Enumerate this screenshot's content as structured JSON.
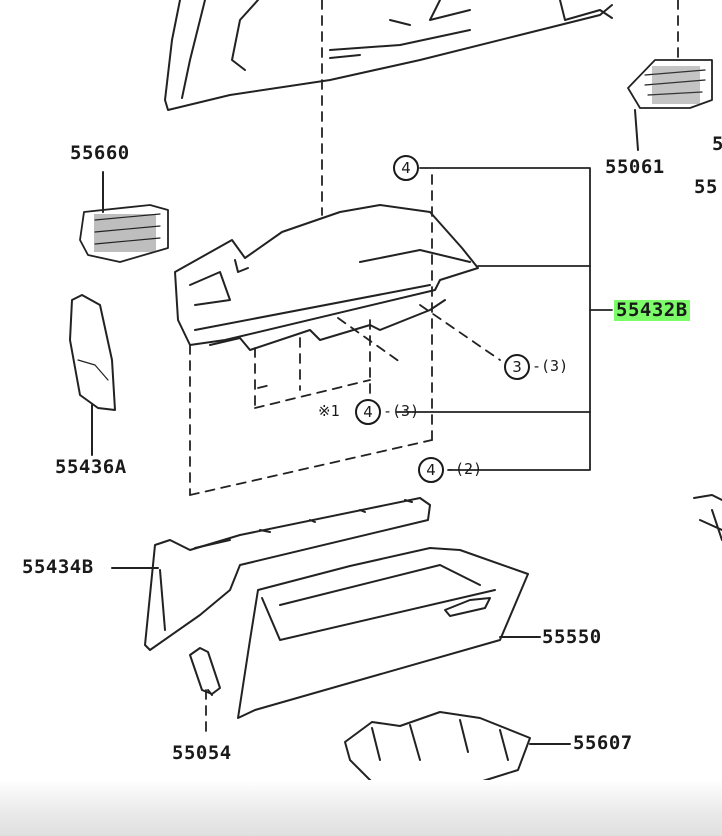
{
  "diagram": {
    "part_numbers": {
      "p55660": "55660",
      "p55061": "55061",
      "p55_partial_a": "5",
      "p55_partial_b": "55",
      "p55432b": "55432B",
      "p55436a": "55436A",
      "p55434b": "55434B",
      "p55550": "55550",
      "p55054": "55054",
      "p55607": "55607"
    },
    "callouts": {
      "c4_top": "4",
      "c3": "3",
      "c3_qty": "-(3)",
      "c4_mid_prefix": "※1",
      "c4_mid": "4",
      "c4_mid_qty": "-(3)",
      "c4_bottom": "4",
      "c4_bottom_qty": "-(2)"
    },
    "highlight_color": "#7dfc6a"
  }
}
